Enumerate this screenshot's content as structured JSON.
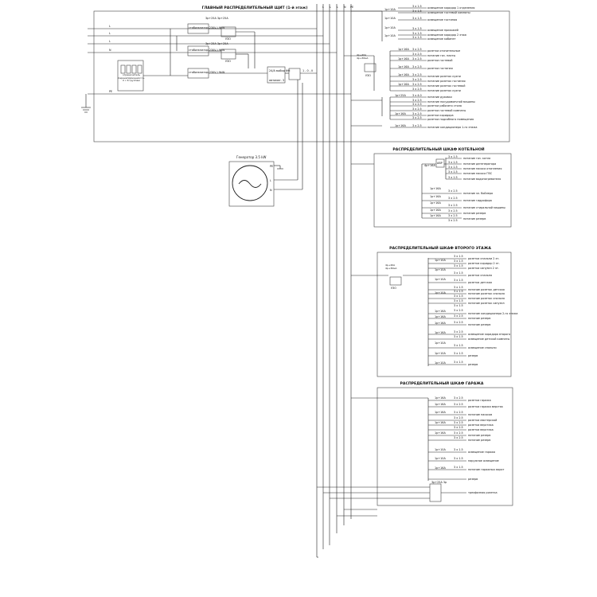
{
  "main_board": {
    "title": "ГЛАВНЫЙ РАСПРЕДЕЛИТЕЛЬНЫЙ ЩИТ (1-й этаж)",
    "bus_labels": [
      "L",
      "L",
      "L",
      "N",
      "PE"
    ],
    "input_labels": [
      "L",
      "L",
      "L",
      "N"
    ],
    "pe_label": "PE",
    "surge_protector": "ограничитель перенапряжения I I+ II с 6 группам",
    "stabilizers": [
      "стабилизатор 230V / 9kW",
      "стабилизатор 230V / 9kW",
      "стабилизатор 230V / 9kW"
    ],
    "breaker_top": "3р+25А 3р+25А",
    "uzo1": "УЗО",
    "breaker_mid": "3р+25А 3р+25А",
    "uzo2": "УЗО",
    "ats_label": "24/А выбор ФН",
    "ats_note": "автомат. 3",
    "ats_switch": "1 - 0 - II",
    "group1": {
      "breaker": "1р+10А",
      "cable": "3 x 1.5",
      "label": "освещение коридор 1 отделения"
    },
    "group1_cables": [
      "3 x 1.5",
      "3 x 1.5",
      "3 x 1.5",
      "3 x 1.5",
      "3 x 1.5",
      "3 x 1.5"
    ],
    "group1_loads": [
      "освещение коридор 1 отделения",
      "освещение гостевой комнаты",
      "освещение гостиная",
      "освещение прихожей",
      "освещение коридор 2 этаж",
      "освещение кабинет"
    ],
    "group1_breakers": [
      "1р+10А",
      "1р+10А",
      "1р+10А",
      "1р+10А"
    ],
    "group2_uzo": "УЗО",
    "group2_main": "4р+40А 4р+30мА",
    "group2_breakers": [
      "1р+16А",
      "1р+16А",
      "1р+16А",
      "1р+16А",
      "1р+16А"
    ],
    "group2_cables": [
      "3 x 2.5",
      "3 x 2.5",
      "3 x 2.5",
      "3 x 2.5",
      "3 x 2.5",
      "3 x 2.5",
      "3 x 2.5",
      "3 x 2.5"
    ],
    "group2_loads": [
      "розетки отопительные",
      "питание газ. плиты",
      "розетки гостевой",
      "розетки гостиная",
      "питание розеток кухни",
      "питание розеток гостиная",
      "питание розеток гостевой",
      "питание розеток кухни"
    ],
    "group3_breakers": [
      "1р+25А",
      "1р+16А"
    ],
    "group3_cables": [
      "3 x 4.0",
      "3 x 2.5",
      "3 x 2.5",
      "3 x 2.5",
      "3 x 2.5",
      "3 x 2.5"
    ],
    "group3_loads": [
      "питание духовки",
      "питание посудомоечной машины",
      "розетки рабочего стола",
      "розетки гостевой комнаты",
      "розетки коридора",
      "розетки подсобного помещения"
    ],
    "group4_breaker": "1р+16А",
    "group4_cable": "3 x 2.5",
    "group4_load": "питание кондиционера 1-го этажа"
  },
  "generator": {
    "label": "Генератор 3.5 kW",
    "terminals": [
      "L",
      "N",
      "PE"
    ]
  },
  "boiler_board": {
    "title": "РАСПРЕДЕЛИТЕЛЬНЫЙ ШКАФ КОТЕЛЬНОЙ",
    "main": "4р+16А",
    "device": "АВР",
    "cables_top": [
      "3 x 1.5",
      "3 x 1.5",
      "3 x 1.5",
      "3 x 1.5",
      "3 x 1.5"
    ],
    "loads_top": [
      "питание газ. котла",
      "питание дегенератора",
      "питание насоса отопления",
      "питание насоса ГВС",
      "питание водонагревателя"
    ],
    "breakers": [
      "1р+16А",
      "1р+16А",
      "1р+16А",
      "1р+16А",
      "1р+16А"
    ],
    "cables": [
      "3 x 2.5",
      "3 x 2.5",
      "3 x 2.5",
      "3 x 2.5",
      "3 x 2.5",
      "3 x 2.5"
    ],
    "loads": [
      "питание эл. бойлера",
      "питание гидрофора",
      "питание стиральной машины",
      "питание резерв",
      "питание резерв"
    ]
  },
  "second_floor": {
    "title": "РАСПРЕДЕЛИТЕЛЬНЫЙ ШКАФ ВТОРОГО ЭТАЖА",
    "main": "4р+40А 4р+30мА",
    "uzo": "УЗО",
    "breakers_a": [
      "1р+10А",
      "1р+10А",
      "1р+10А",
      "1р+10А"
    ],
    "cables_a": [
      "3 x 1.5",
      "3 x 1.5",
      "3 x 1.5",
      "3 x 1.5",
      "3 x 1.5",
      "3 x 1.5",
      "3 x 1.5",
      "3 x 1.5",
      "3 x 1.5",
      "3 x 1.5"
    ],
    "loads_a": [
      "розетки спальни 2 эт.",
      "розетки коридор 2 эт.",
      "розетки санузел 2 эт.",
      "розетки спальня",
      "розетки детская",
      "питание розеток детская",
      "питание розеток спальня",
      "питание розеток спальня",
      "питание розеток санузел"
    ],
    "breakers_b": [
      "1р+16А",
      "1р+16А",
      "1р+16А",
      "1р+16А",
      "1р+10А",
      "1р+10А",
      "1р+10А"
    ],
    "cables_b": [
      "3 x 2.5",
      "3 x 2.5",
      "3 x 2.5",
      "3 x 2.5",
      "3 x 1.5",
      "3 x 1.5",
      "3 x 1.5",
      "3 x 1.5"
    ],
    "loads_b": [
      "питание кондиционера 2-го этажа",
      "питание резерв",
      "питание резерв",
      "освещение коридора второго",
      "освещение детской комнаты",
      "освещение спальни",
      "резерв",
      "резерв"
    ]
  },
  "garage": {
    "title": "РАСПРЕДЕЛИТЕЛЬНЫЙ ШКАФ ГАРАЖА",
    "breakers": [
      "1р+16А",
      "1р+16А",
      "1р+16А",
      "1р+16А",
      "1р+16А",
      "1р+10А",
      "1р+10А",
      "1р+16А"
    ],
    "cables": [
      "3 x 2.5",
      "3 x 2.5",
      "3 x 2.5",
      "3 x 2.5",
      "3 x 2.5",
      "3 x 2.5",
      "3 x 2.5",
      "3 x 2.5",
      "3 x 1.5",
      "3 x 1.5",
      "3 x 1.5"
    ],
    "loads": [
      "розетки гаража",
      "розетки гаража верстак",
      "питание насосов",
      "розетки мастерской",
      "розетки верстака",
      "розетки верстака",
      "питание резерв",
      "питание резерв",
      "освещение гаража",
      "наружное освещение",
      "питание гаражных ворот",
      "резерв"
    ],
    "final_breaker": "3р+25А 3р",
    "final_load": "трехфазная розетка"
  }
}
